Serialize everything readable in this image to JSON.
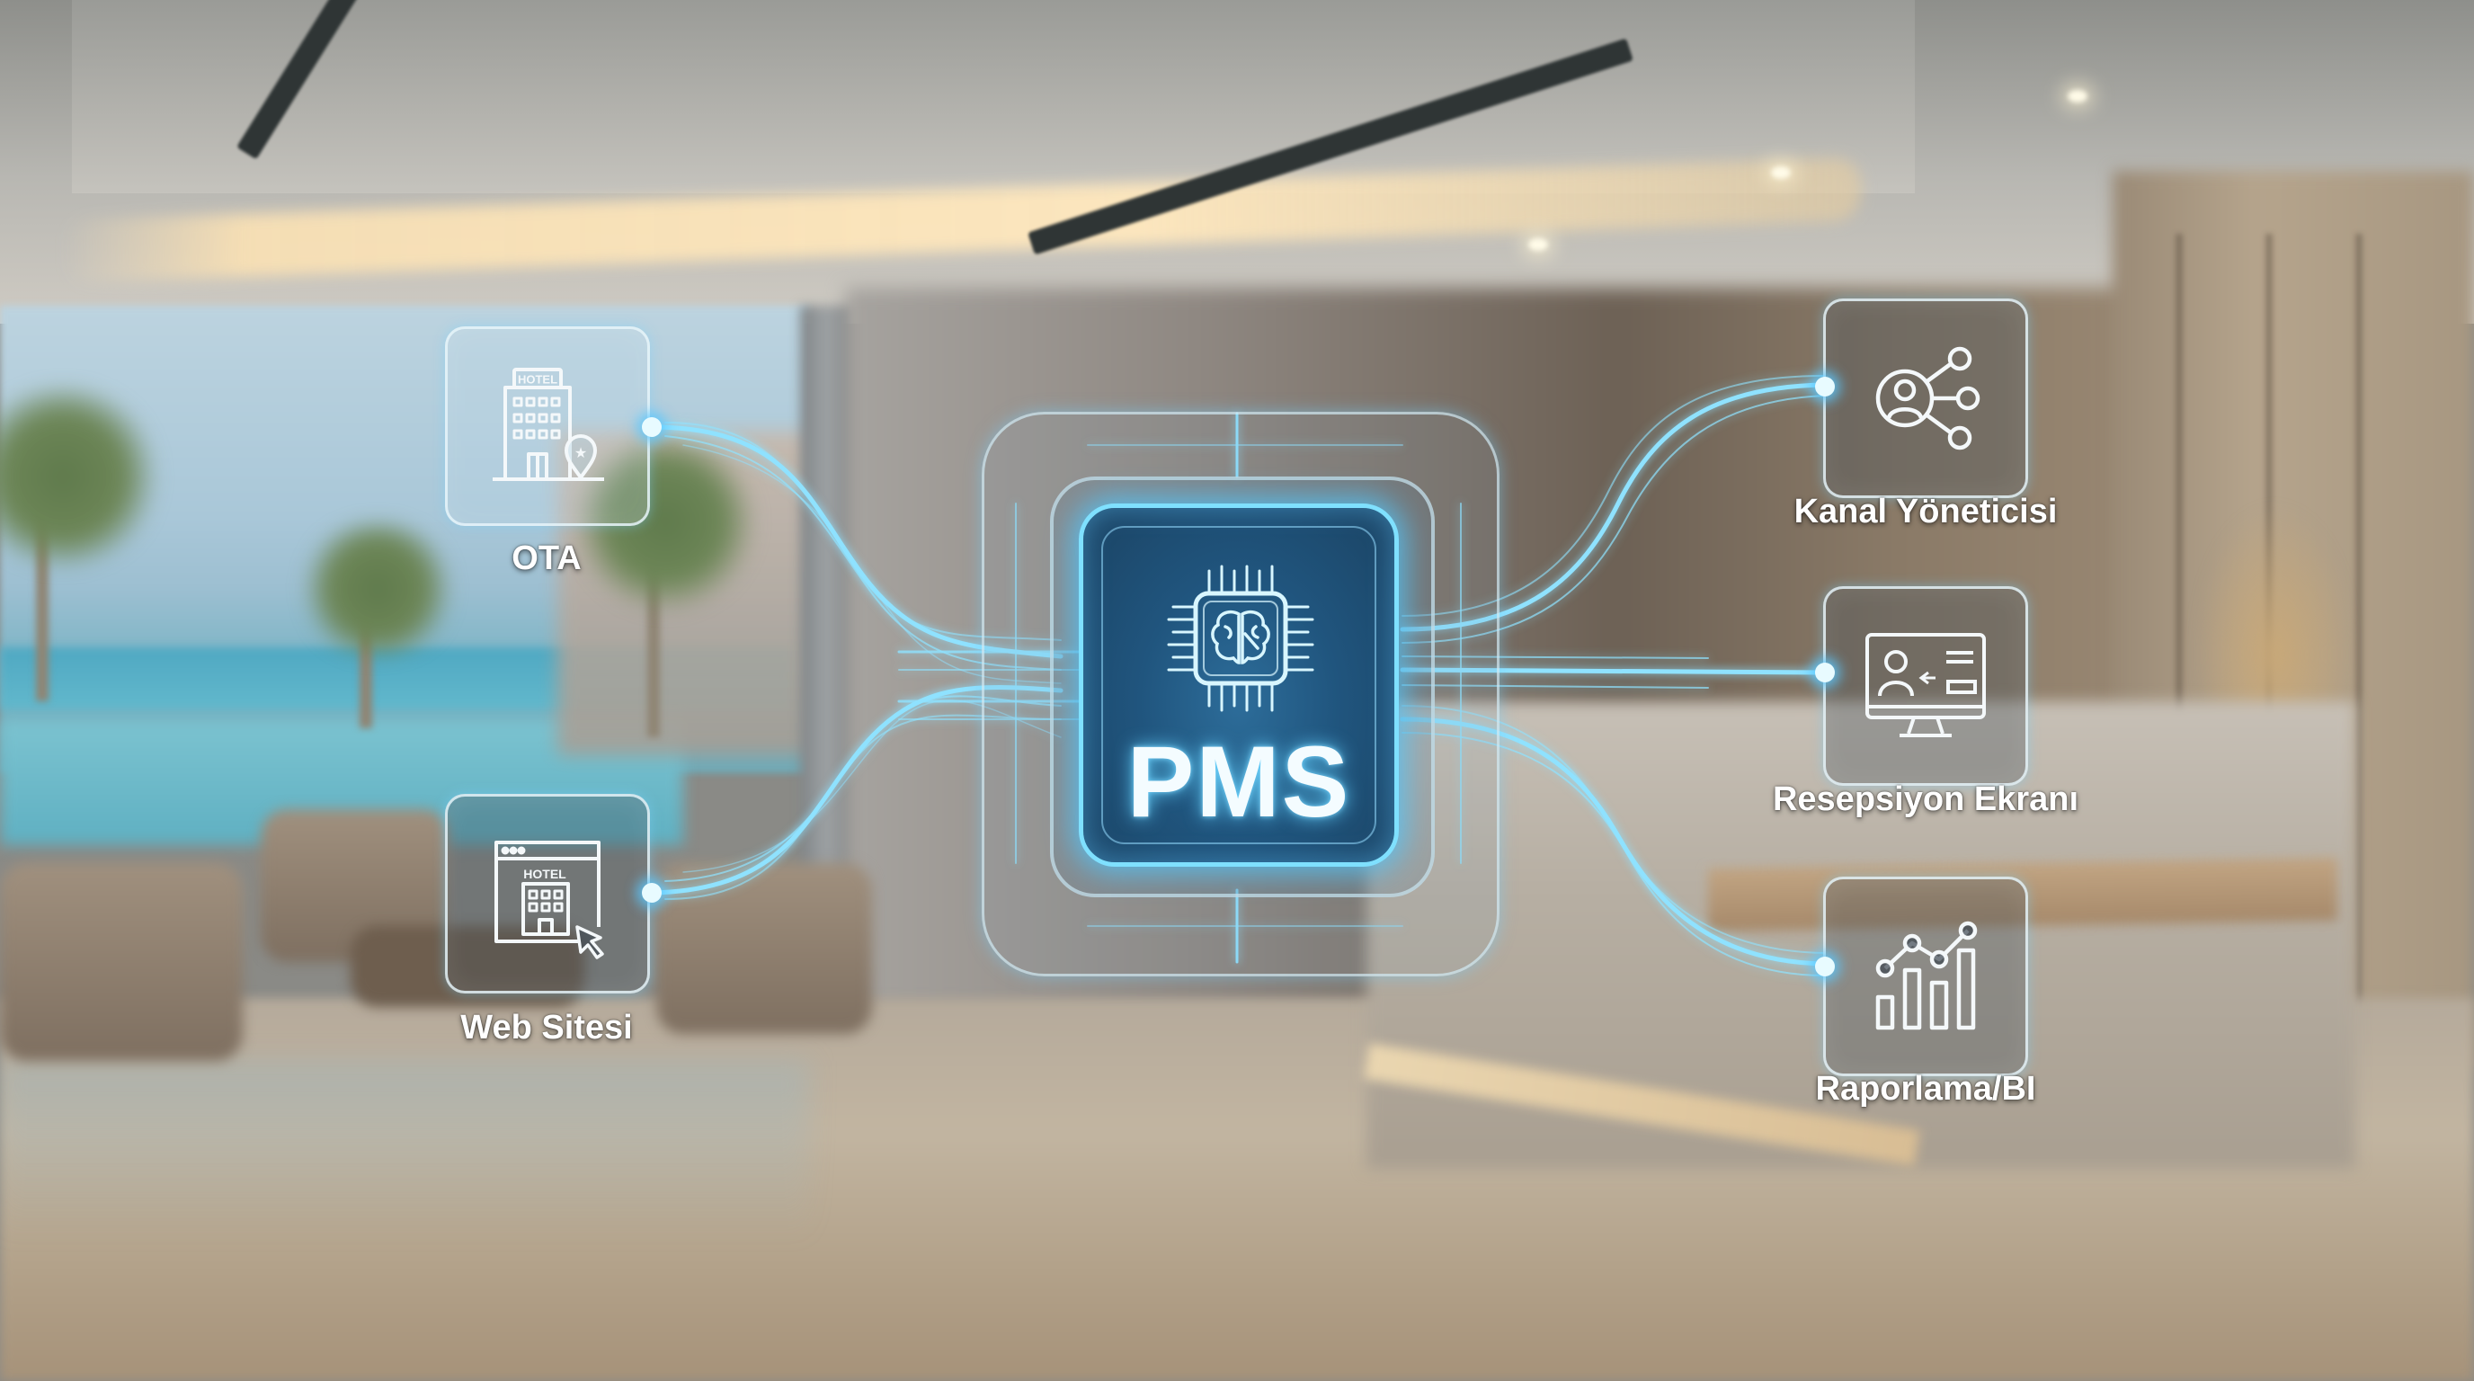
{
  "diagram": {
    "center": {
      "label": "PMS",
      "icon": "brain-chip-icon"
    },
    "inputs": [
      {
        "label": "OTA",
        "icon": "hotel-building-pin-icon",
        "icon_text": "HOTEL"
      },
      {
        "label": "Web Sitesi",
        "icon": "browser-hotel-cursor-icon",
        "icon_text": "HOTEL"
      }
    ],
    "outputs": [
      {
        "label": "Kanal Yöneticisi",
        "icon": "user-network-share-icon"
      },
      {
        "label": "Resepsiyon Ekranı",
        "icon": "monitor-user-form-icon"
      },
      {
        "label": "Raporlama/BI",
        "icon": "bar-line-chart-icon"
      }
    ],
    "colors": {
      "glow": "#5ac8ff",
      "core": "#20557e",
      "line": "#7fe0ff",
      "label": "#ffffff"
    }
  }
}
